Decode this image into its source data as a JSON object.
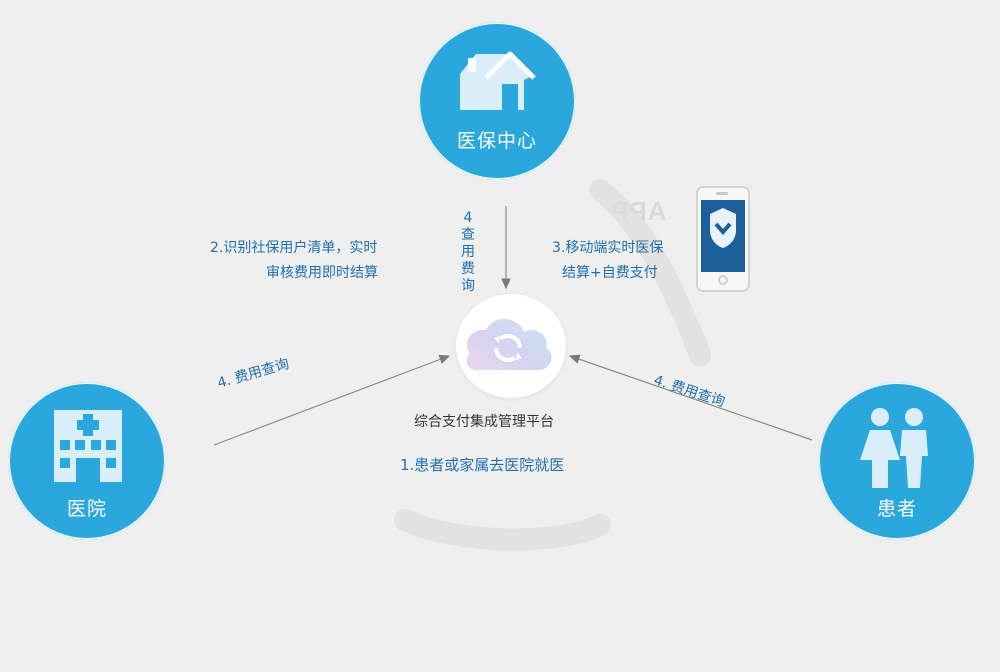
{
  "nodes": {
    "center_top": "医保中心",
    "hospital": "医院",
    "patient": "患者"
  },
  "platform_label": "综合支付集成管理平台",
  "steps": {
    "step1": "1.患者或家属去医院就医",
    "step2_line1": "2.识别社保用户清单，实时",
    "step2_line2": "审核费用即时结算",
    "step3_line1": "3.移动端实时医保",
    "step3_line2": "结算+自费支付",
    "step4_vertical": [
      "4",
      "查",
      "用",
      "费",
      "询"
    ],
    "step4_left": "4. 费用查询",
    "step4_right": "4. 费用查询"
  },
  "app_label": "APP",
  "colors": {
    "accent": "#2aa7dc",
    "text_blue": "#1f6fae",
    "background": "#efefef"
  }
}
